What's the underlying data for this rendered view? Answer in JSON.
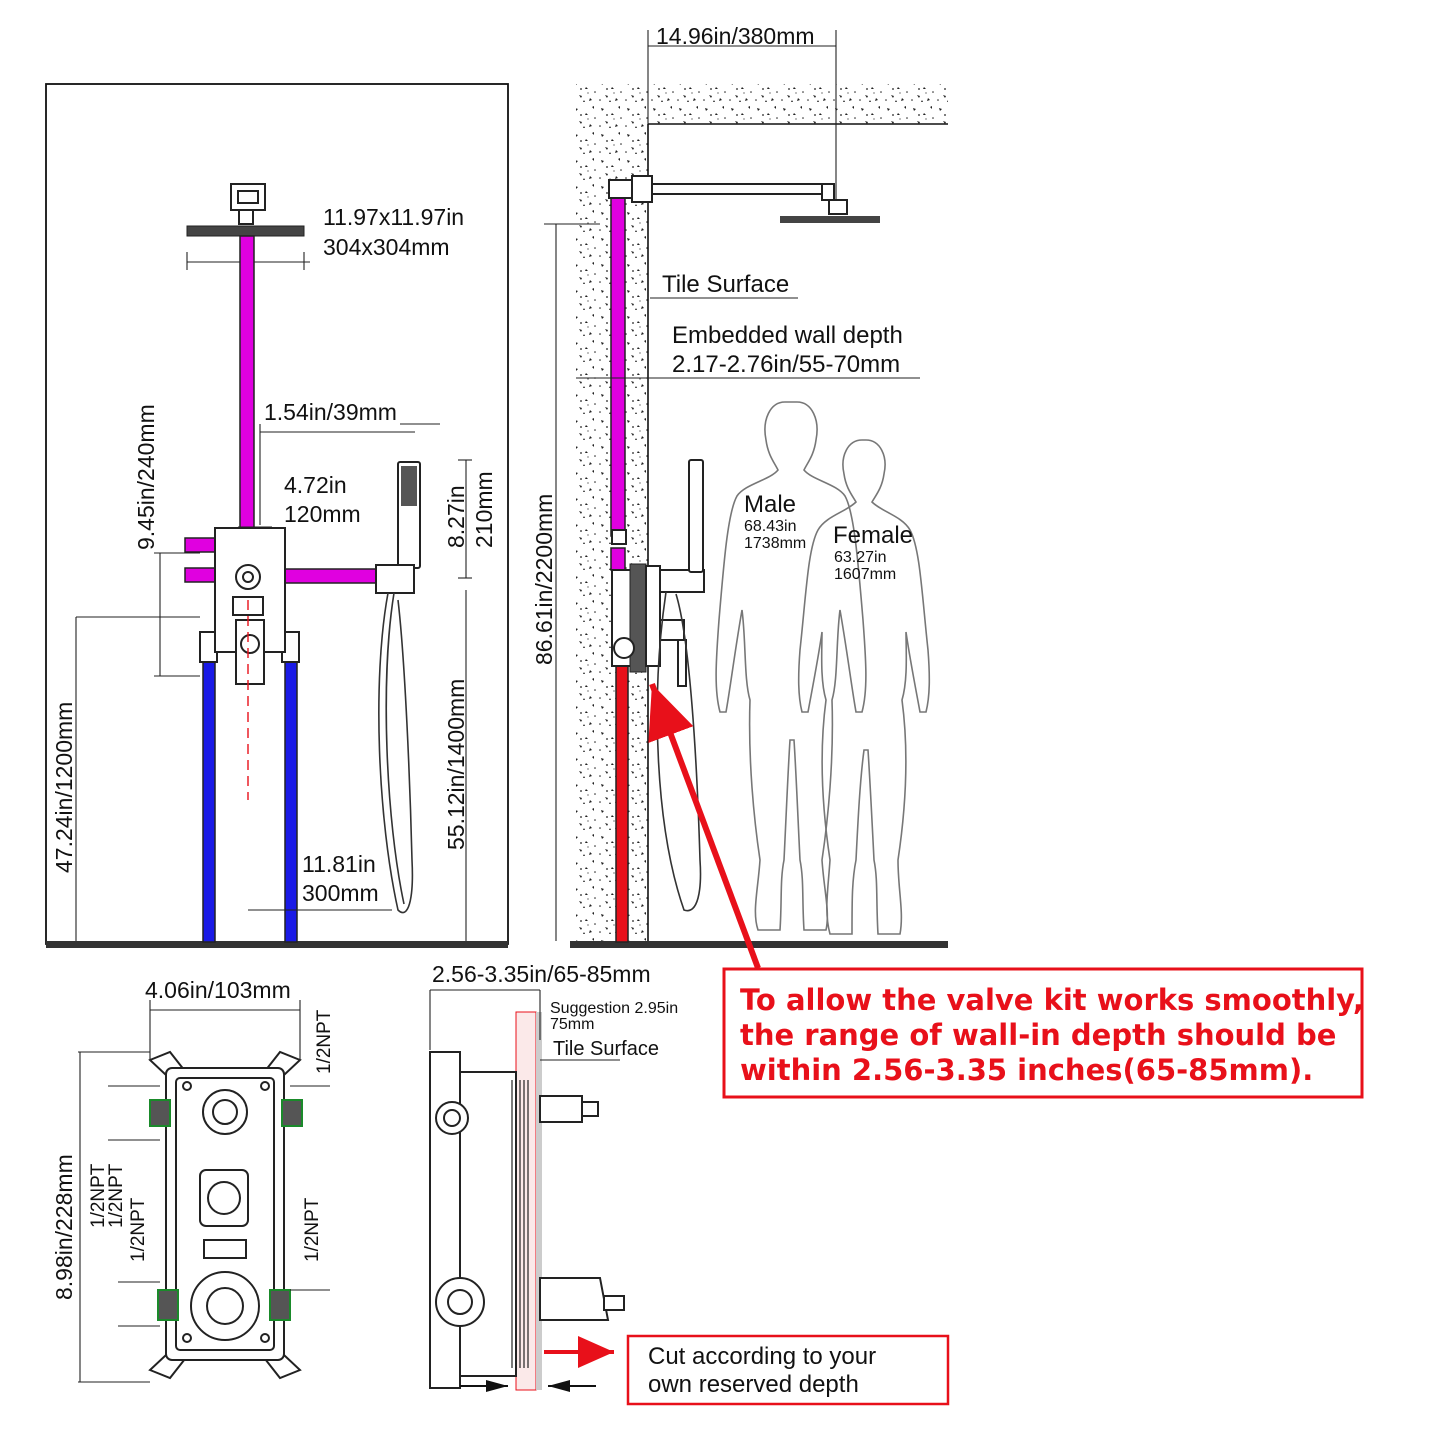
{
  "colors": {
    "pipe_main": "#e000e0",
    "pipe_cold": "#1a1ae6",
    "pipe_hot": "#e8101a",
    "warning": "#e8101a"
  },
  "front_view": {
    "showerhead_size_in": "11.97x11.97in",
    "showerhead_size_mm": "304x304mm",
    "handshower_offset": "1.54in/39mm",
    "valve_to_arm_in": "4.72in",
    "valve_to_arm_mm": "120mm",
    "valve_to_head": "9.45in/240mm",
    "handshower_height_in": "8.27in",
    "handshower_height_mm": "210mm",
    "valve_height": "47.24in/1200mm",
    "holder_height": "55.12in/1400mm",
    "holder_offset_in": "11.81in",
    "holder_offset_mm": "300mm"
  },
  "side_view": {
    "arm_length": "14.96in/380mm",
    "tile_surface": "Tile Surface",
    "embedded_label": "Embedded wall depth",
    "embedded_value": "2.17-2.76in/55-70mm",
    "head_height": "86.61in/2200mm",
    "male_label": "Male",
    "male_in": "68.43in",
    "male_mm": "1738mm",
    "female_label": "Female",
    "female_in": "63.27in",
    "female_mm": "1607mm"
  },
  "valve_front": {
    "width": "4.06in/103mm",
    "height": "8.98in/228mm",
    "npt_top_right": "1/2NPT",
    "npt_left_1": "1/2NPT",
    "npt_left_2": "1/2NPT",
    "npt_left_3": "1/2NPT",
    "npt_right": "1/2NPT"
  },
  "valve_side": {
    "depth_range": "2.56-3.35in/65-85mm",
    "suggestion_in": "Suggestion 2.95in",
    "suggestion_mm": "75mm",
    "tile_surface": "Tile Surface",
    "cut_line1": "Cut according to your",
    "cut_line2": "own reserved depth"
  },
  "warning": {
    "line1": "To allow the valve kit works smoothly,",
    "line2": "the range of wall-in depth should be",
    "line3": "within 2.56-3.35 inches(65-85mm)."
  }
}
